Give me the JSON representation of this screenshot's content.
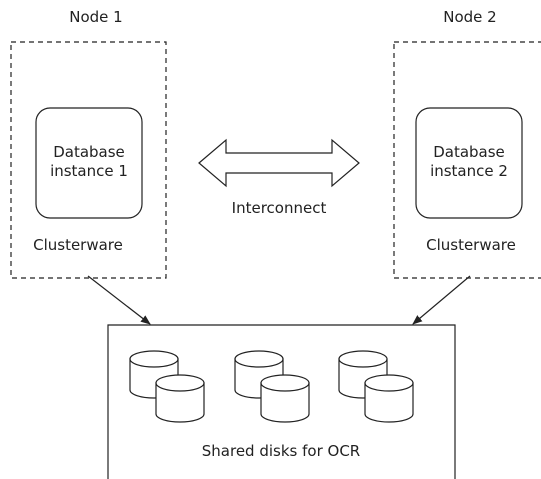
{
  "node1": {
    "title": "Node 1",
    "db_line1": "Database",
    "db_line2": "instance 1",
    "clusterware": "Clusterware"
  },
  "node2": {
    "title": "Node 2",
    "db_line1": "Database",
    "db_line2": "instance 2",
    "clusterware": "Clusterware"
  },
  "interconnect": {
    "label": "Interconnect"
  },
  "storage": {
    "label": "Shared disks for OCR"
  },
  "colors": {
    "stroke": "#222222",
    "disk_fill": "#ffffff",
    "background": "#ffffff"
  }
}
